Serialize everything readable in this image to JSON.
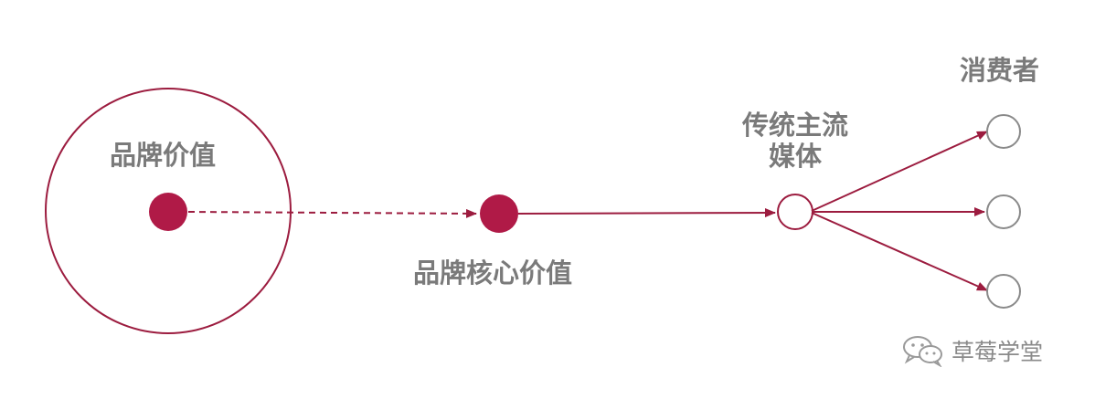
{
  "labels": {
    "brand_value": "品牌价值",
    "core_value": "品牌核心价值",
    "media_line1": "传统主流",
    "media_line2": "媒体",
    "consumer": "消费者"
  },
  "watermark": {
    "text": "草莓学堂",
    "icon": "wechat-icon"
  },
  "colors": {
    "accent": "#b01a47",
    "line": "#9c1c3f",
    "node_stroke": "#8a8a8a",
    "text": "#7a7a7a"
  }
}
